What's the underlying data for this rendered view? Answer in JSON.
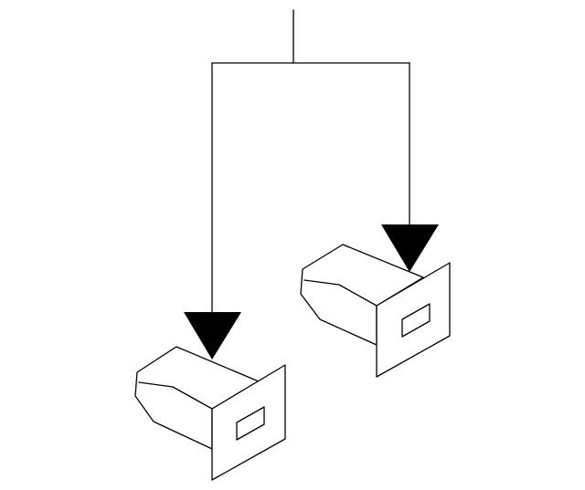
{
  "diagram": {
    "type": "parts-callout",
    "callouts": [
      {
        "part": "clip-left"
      },
      {
        "part": "clip-right"
      }
    ],
    "colors": {
      "stroke": "#000000",
      "background": "#ffffff"
    }
  }
}
